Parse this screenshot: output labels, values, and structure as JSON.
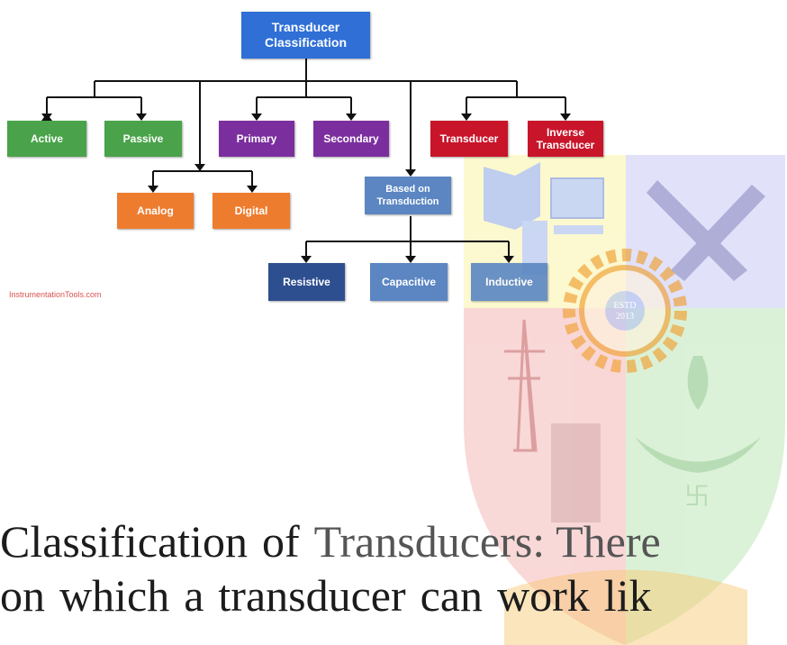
{
  "diagram": {
    "root": {
      "line1": "Transducer",
      "line2": "Classification"
    },
    "active": "Active",
    "passive": "Passive",
    "primary": "Primary",
    "secondary": "Secondary",
    "transducer": "Transducer",
    "inverse": {
      "line1": "Inverse",
      "line2": "Transducer"
    },
    "analog": "Analog",
    "digital": "Digital",
    "based_on": {
      "line1": "Based on",
      "line2": "Transduction"
    },
    "resistive": "Resistive",
    "capacitive": "Capacitive",
    "inductive": "Inductive",
    "credit": "InstrumentationTools.com",
    "colors": {
      "root": "#2f6fd6",
      "active_passive": "#4aa34a",
      "primary_secondary": "#7b2f9e",
      "transducer_inverse": "#c8152a",
      "analog_digital": "#ee7c2f",
      "based_on": "#5b86c2",
      "resistive": "#2e4f8f",
      "capacitive": "#5b86c2",
      "inductive": "#5b86c2"
    }
  },
  "emblem": {
    "estd": "ESTD",
    "year": "2013"
  },
  "paragraph": {
    "line1_a": "Classification",
    "line1_b": "of",
    "line1_c": "Transducers:",
    "line1_d": "There",
    "line2_a": "on",
    "line2_b": "which",
    "line2_c": "a",
    "line2_d": "transducer",
    "line2_e": "can",
    "line2_f": "work",
    "line2_g": "lik"
  }
}
